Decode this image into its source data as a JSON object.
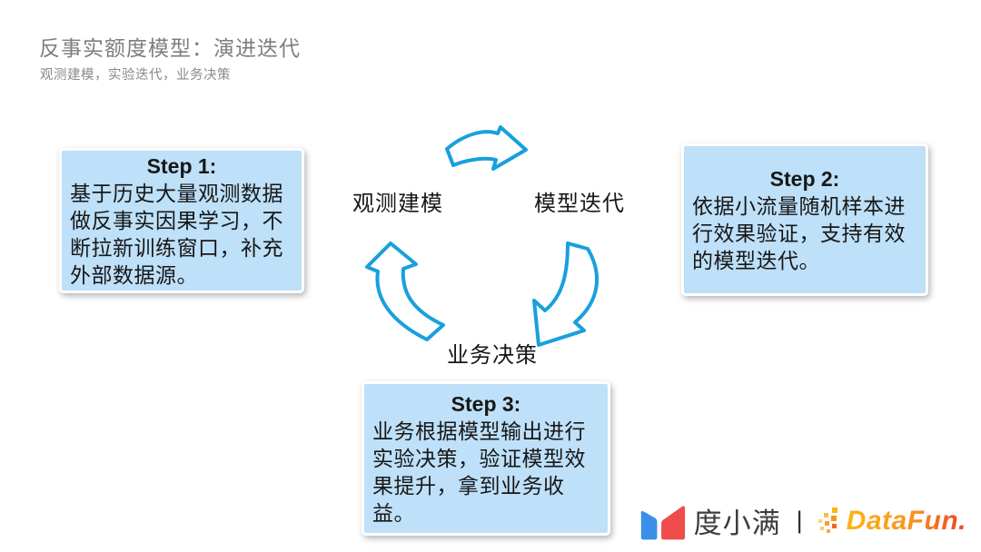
{
  "slide": {
    "title": "反事实额度模型：演进迭代",
    "subtitle": "观测建模，实验迭代，业务决策"
  },
  "steps": [
    {
      "heading": "Step 1:",
      "body": "基于历史大量观测数据\n做反事实因果学习，不\n断拉新训练窗口，补充\n外部数据源。"
    },
    {
      "heading": "Step 2:",
      "body": "依据小流量随机样本进\n行效果验证，支持有效\n的模型迭代。"
    },
    {
      "heading": "Step 3:",
      "body": "业务根据模型输出进行\n实验决策，验证模型效\n果提升，拿到业务收益。"
    }
  ],
  "cycle": {
    "nodes": [
      "观测建模",
      "模型迭代",
      "业务决策"
    ],
    "flow": "观测建模 → 模型迭代 → 业务决策 → 观测建模"
  },
  "footer": {
    "brand1": "度小满",
    "separator": "|",
    "brand2": "DataFun."
  },
  "colors": {
    "arrow_blue": "#18a0dc",
    "box_fill": "#bee0f8",
    "title_gray": "#7e7e7e",
    "brand1_blue": "#3b8fe8",
    "brand1_red": "#ef4c4c",
    "brand2_orange_start": "#fdb515",
    "brand2_orange_end": "#ef4123"
  }
}
